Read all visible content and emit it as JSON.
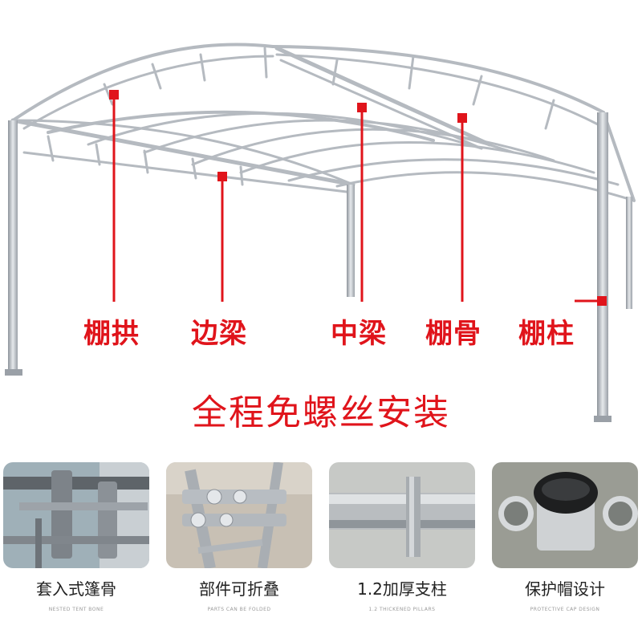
{
  "callouts": [
    {
      "label": "棚拱"
    },
    {
      "label": "边梁"
    },
    {
      "label": "中梁"
    },
    {
      "label": "棚骨"
    },
    {
      "label": "棚柱"
    }
  ],
  "tagline": "全程免螺丝安装",
  "details": [
    {
      "caption": "套入式篷骨",
      "subcaption": "NESTED TENT BONE"
    },
    {
      "caption": "部件可折叠",
      "subcaption": "PARTS CAN BE FOLDED"
    },
    {
      "caption": "1.2加厚支柱",
      "subcaption": "1.2 THICKENED PILLARS"
    },
    {
      "caption": "保护帽设计",
      "subcaption": "PROTECTIVE CAP DESIGN"
    }
  ],
  "colors": {
    "accent": "#e0141b",
    "metal": "#b9bec4",
    "caption": "#222222"
  }
}
